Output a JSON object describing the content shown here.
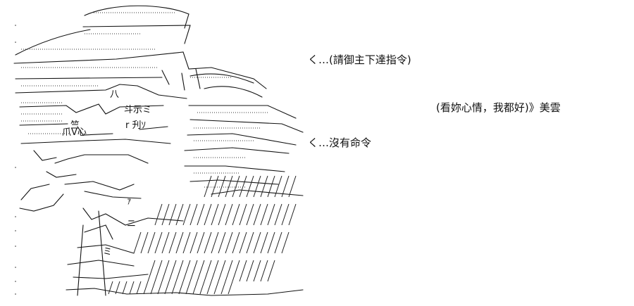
{
  "colors": {
    "background": "#ffffff",
    "ink": "#111111"
  },
  "dialogue": [
    {
      "speaker": "",
      "text": "く…(請御主下達指令)"
    },
    {
      "speaker": "",
      "text": "く…沒有命令"
    },
    {
      "speaker": "美雲",
      "text": "(看妳心情，我都好)",
      "marker": "》"
    }
  ],
  "ascii_art": {
    "subject": "character-portrait",
    "inline_text": [
      "八",
      "斗示ミ",
      "竺",
      "爪V心",
      "r 刋ｿ",
      "ｧ",
      "ミ",
      "ニ"
    ]
  }
}
